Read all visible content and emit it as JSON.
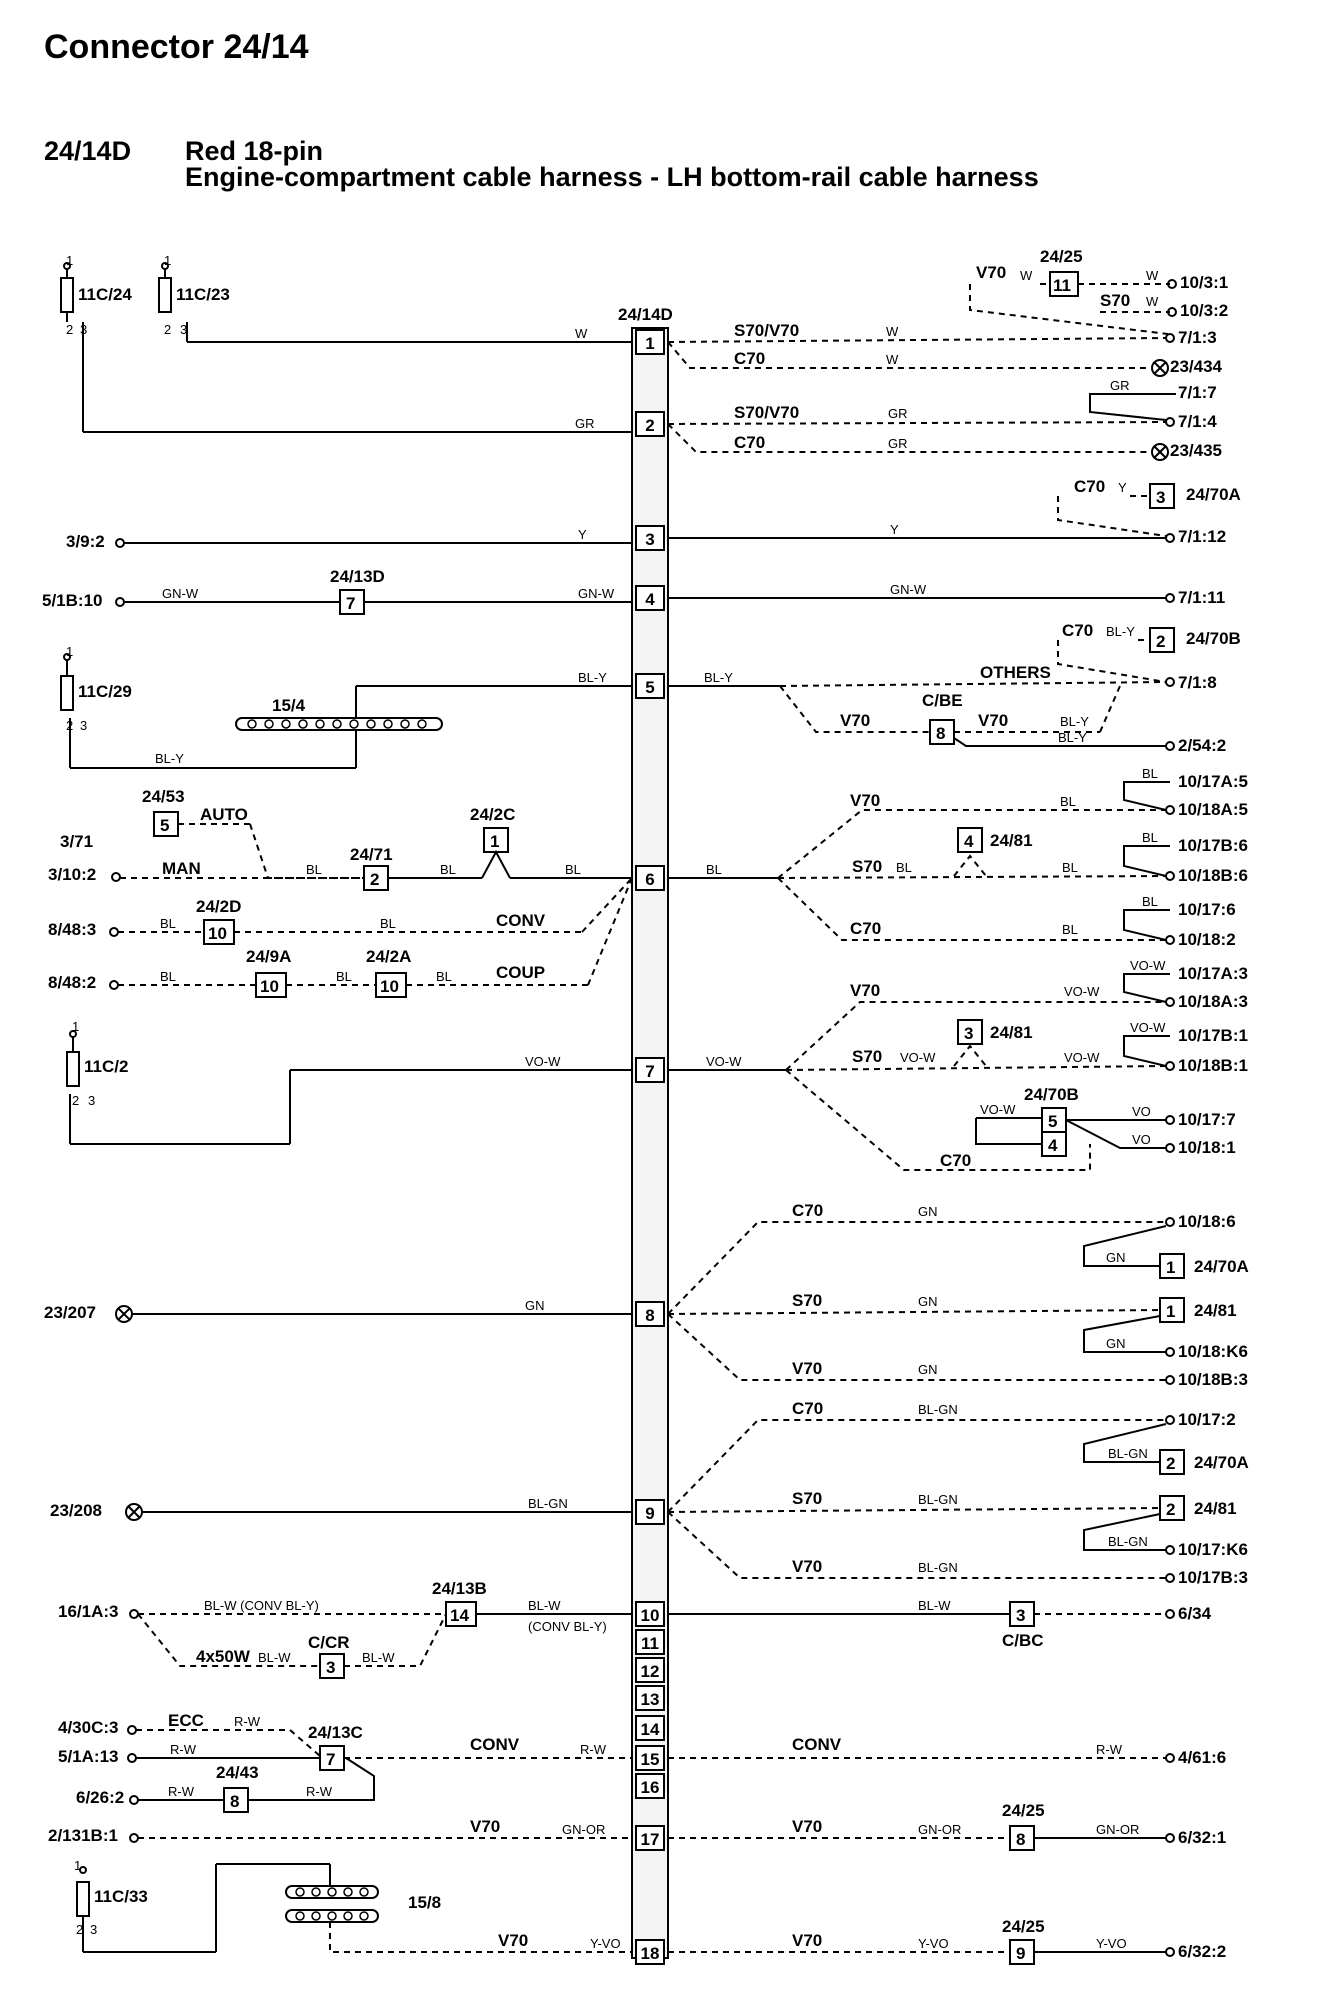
{
  "header": {
    "title": "Connector 24/14",
    "code": "24/14D",
    "line1": "Red 18-pin",
    "line2": "Engine-compartment cable harness - LH bottom-rail cable harness"
  },
  "connector_label": "24/14D",
  "pins": [
    "1",
    "2",
    "3",
    "4",
    "5",
    "6",
    "7",
    "8",
    "9",
    "10",
    "11",
    "12",
    "13",
    "14",
    "15",
    "16",
    "17",
    "18"
  ],
  "left_labels": {
    "fuse_11c24": "11C/24",
    "fuse_11c23": "11C/23",
    "fuse_11c29": "11C/29",
    "fuse_11c2": "11C/2",
    "fuse_11c33": "11C/33",
    "p1": "1",
    "p2": "2",
    "p3": "3",
    "t_3_9_2": "3/9:2",
    "t_5_1b_10": "5/1B:10",
    "c_24_13d": "24/13D",
    "c_15_4": "15/4",
    "t_3_71": "3/71",
    "c_24_53": "24/53",
    "auto": "AUTO",
    "man": "MAN",
    "t_3_10_2": "3/10:2",
    "c_24_71": "24/71",
    "c_24_2c": "24/2C",
    "t_8_48_3": "8/48:3",
    "c_24_2d": "24/2D",
    "conv": "CONV",
    "t_8_48_2": "8/48:2",
    "c_24_9a": "24/9A",
    "c_24_2a": "24/2A",
    "coup": "COUP",
    "t_23_207": "23/207",
    "t_23_208": "23/208",
    "t_16_1a_3": "16/1A:3",
    "c_24_13b": "24/13B",
    "c_c_cr": "C/CR",
    "lamp": "4x50W",
    "t_4_30c_3": "4/30C:3",
    "ecc": "ECC",
    "t_5_1a_13": "5/1A:13",
    "c_24_13c": "24/13C",
    "t_6_26_2": "6/26:2",
    "c_24_43": "24/43",
    "t_2_131b_1": "2/131B:1",
    "c_15_8": "15/8"
  },
  "right_labels": {
    "c_24_25a": "24/25",
    "t_10_3_1": "10/3:1",
    "t_10_3_2": "10/3:2",
    "t_7_1_3": "7/1:3",
    "t_23_434": "23/434",
    "t_7_1_7": "7/1:7",
    "t_7_1_4": "7/1:4",
    "t_23_435": "23/435",
    "c_24_70a": "24/70A",
    "t_7_1_12": "7/1:12",
    "t_7_1_11": "7/1:11",
    "c_24_70b": "24/70B",
    "t_7_1_8": "7/1:8",
    "others": "OTHERS",
    "c_be": "C/BE",
    "t_2_54_2": "2/54:2",
    "t_10_17a_5": "10/17A:5",
    "t_10_18a_5": "10/18A:5",
    "c_24_81": "24/81",
    "t_10_17b_6": "10/17B:6",
    "t_10_18b_6": "10/18B:6",
    "t_10_17_6": "10/17:6",
    "t_10_18_2": "10/18:2",
    "t_10_17a_3": "10/17A:3",
    "t_10_18a_3": "10/18A:3",
    "t_10_17b_1": "10/17B:1",
    "t_10_18b_1": "10/18B:1",
    "c_24_70b2": "24/70B",
    "t_10_17_7": "10/17:7",
    "t_10_18_1": "10/18:1",
    "t_10_18_6": "10/18:6",
    "t_10_18_k6": "10/18:K6",
    "t_10_18b_3": "10/18B:3",
    "t_10_17_2": "10/17:2",
    "t_10_17_k6": "10/17:K6",
    "t_10_17b_3": "10/17B:3",
    "t_6_34": "6/34",
    "c_c_bc": "C/BC",
    "t_4_61_6": "4/61:6",
    "c_24_25b": "24/25",
    "t_6_32_1": "6/32:1",
    "c_24_25c": "24/25",
    "t_6_32_2": "6/32:2"
  },
  "variants": {
    "v70": "V70",
    "s70": "S70",
    "c70": "C70",
    "s70v70": "S70/V70",
    "conv": "CONV",
    "conv_bl_y": "(CONV BL-Y)",
    "bl_w_conv": "BL-W (CONV BL-Y)",
    "others": "OTHERS"
  },
  "wires": {
    "w": "W",
    "gr": "GR",
    "y": "Y",
    "gn_w": "GN-W",
    "bl_y": "BL-Y",
    "bl": "BL",
    "vo_w": "VO-W",
    "vo": "VO",
    "gn": "GN",
    "bl_gn": "BL-GN",
    "bl_w": "BL-W",
    "r_w": "R-W",
    "gn_or": "GN-OR",
    "y_vo": "Y-VO"
  },
  "boxes": {
    "b11": "11",
    "b3": "3",
    "b2": "2",
    "b7": "7",
    "b8": "8",
    "b4": "4",
    "b5": "5",
    "b1": "1",
    "b10": "10",
    "b14": "14",
    "b9": "9"
  }
}
